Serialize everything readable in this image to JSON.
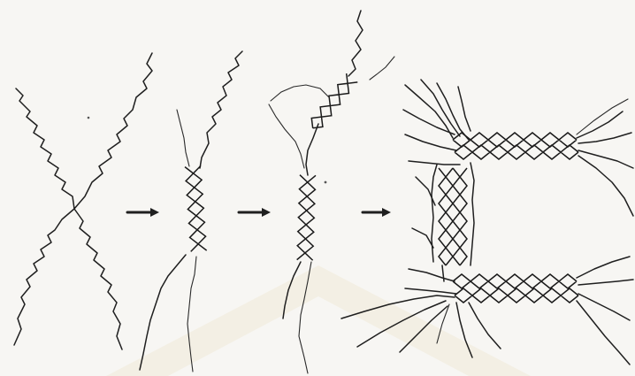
{
  "figure": {
    "stages": [
      {
        "name": "separate-chains"
      },
      {
        "name": "single-junction-zone"
      },
      {
        "name": "extended-junction-zone"
      },
      {
        "name": "aggregated-network"
      }
    ],
    "arrows": 3,
    "colors": {
      "background": "#f7f6f3",
      "ink": "#1f1f1f",
      "watermark": "#f1ead8"
    }
  }
}
